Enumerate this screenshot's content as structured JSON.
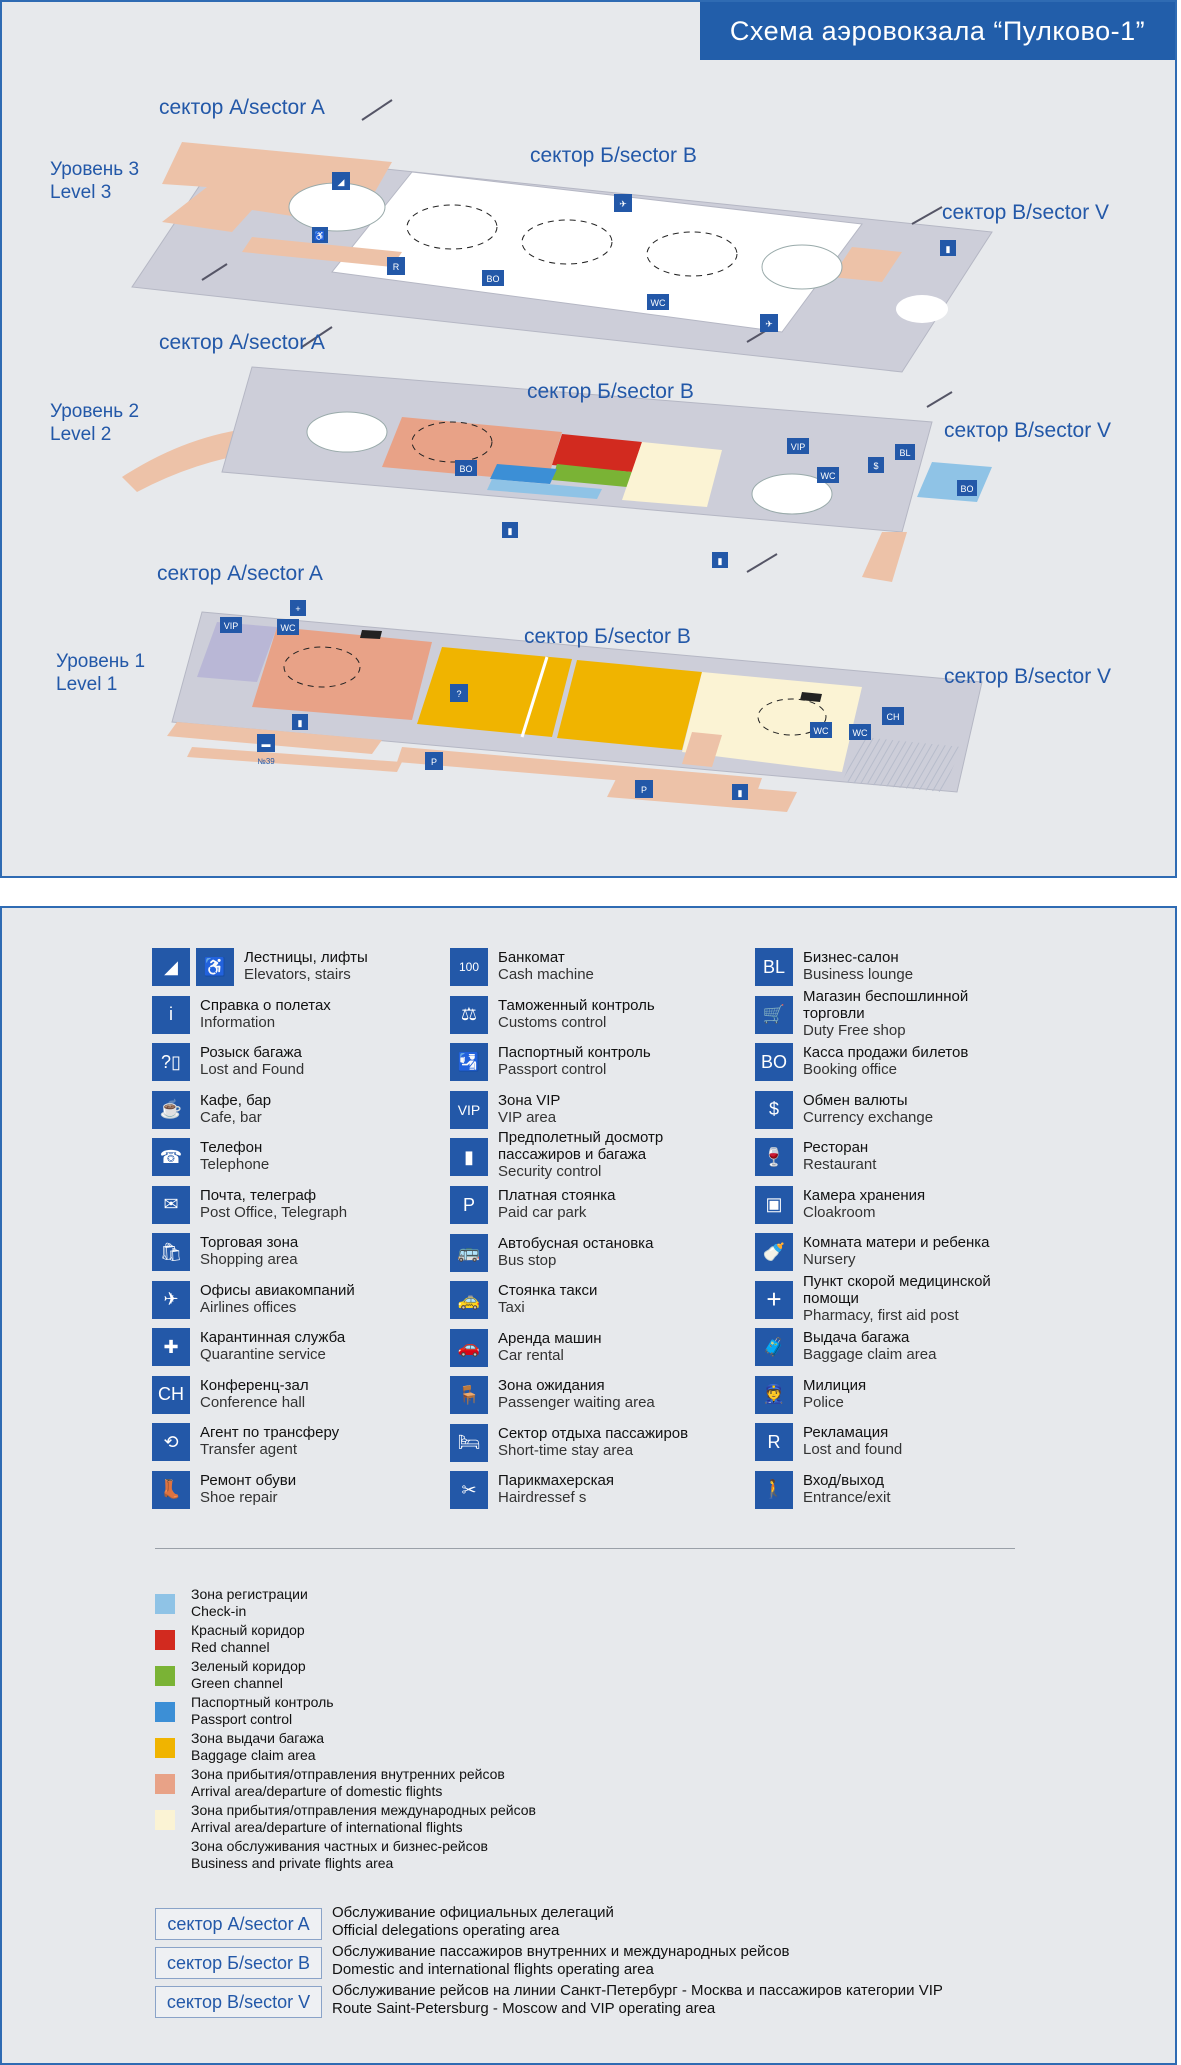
{
  "map": {
    "title": "Схема аэровокзала “Пулково-1”",
    "levels": [
      {
        "ru": "Уровень 3",
        "en": "Level 3"
      },
      {
        "ru": "Уровень 2",
        "en": "Level 2"
      },
      {
        "ru": "Уровень 1",
        "en": "Level 1"
      }
    ],
    "sector_a": "сектор А/sector A",
    "sector_b": "сектор Б/sector B",
    "sector_v": "сектор В/sector V",
    "marks": {
      "r": "R",
      "bo": "BO",
      "wc": "WC",
      "vip": "VIP",
      "bl": "BL",
      "dollar": "$",
      "ch": "CH",
      "p": "P",
      "no39": "№39"
    }
  },
  "legend": {
    "columns": [
      [
        {
          "icon": "stairs-elevator-icon",
          "glyph": "◢",
          "glyph2": "♿",
          "ru": "Лестницы, лифты",
          "en": "Elevators, stairs"
        },
        {
          "icon": "information-icon",
          "glyph": "i",
          "ru": "Справка о полетах",
          "en": "Information"
        },
        {
          "icon": "lost-found-baggage-icon",
          "glyph": "?▯",
          "ru": "Розыск багажа",
          "en": "Lost and Found"
        },
        {
          "icon": "cafe-icon",
          "glyph": "☕",
          "ru": "Кафе, бар",
          "en": "Cafe, bar"
        },
        {
          "icon": "telephone-icon",
          "glyph": "☎",
          "ru": "Телефон",
          "en": "Telephone"
        },
        {
          "icon": "post-office-icon",
          "glyph": "✉",
          "ru": "Почта, телеграф",
          "en": "Post Office, Telegraph"
        },
        {
          "icon": "shopping-icon",
          "glyph": "🛍",
          "ru": "Торговая зона",
          "en": "Shopping area"
        },
        {
          "icon": "airline-office-icon",
          "glyph": "✈",
          "ru": "Офисы авиакомпаний",
          "en": "Airlines offices"
        },
        {
          "icon": "quarantine-icon",
          "glyph": "✚",
          "ru": "Карантинная служба",
          "en": "Quarantine service"
        },
        {
          "icon": "conference-hall-icon",
          "glyph": "CH",
          "ru": "Конференц-зал",
          "en": "Conference hall"
        },
        {
          "icon": "transfer-agent-icon",
          "glyph": "⟲",
          "ru": "Агент по трансферу",
          "en": "Transfer agent"
        },
        {
          "icon": "shoe-repair-icon",
          "glyph": "👢",
          "ru": "Ремонт обуви",
          "en": "Shoe repair"
        }
      ],
      [
        {
          "icon": "cash-machine-icon",
          "glyph": "100",
          "ru": "Банкомат",
          "en": "Cash machine"
        },
        {
          "icon": "customs-icon",
          "glyph": "⚖",
          "ru": "Таможенный контроль",
          "en": "Customs control"
        },
        {
          "icon": "passport-control-icon",
          "glyph": "🛂",
          "ru": "Паспортный контроль",
          "en": "Passport control"
        },
        {
          "icon": "vip-icon",
          "glyph": "VIP",
          "ru": "Зона VIP",
          "en": "VIP area"
        },
        {
          "icon": "security-icon",
          "glyph": "▮",
          "ru": "Предполетный досмотр пассажиров и багажа",
          "en": "Security control"
        },
        {
          "icon": "parking-icon",
          "glyph": "P",
          "ru": "Платная стоянка",
          "en": "Paid car park"
        },
        {
          "icon": "bus-icon",
          "glyph": "🚌",
          "ru": "Автобусная остановка",
          "en": "Bus stop"
        },
        {
          "icon": "taxi-icon",
          "glyph": "🚕",
          "ru": "Стоянка такси",
          "en": "Taxi"
        },
        {
          "icon": "car-rental-icon",
          "glyph": "🚗",
          "ru": "Аренда машин",
          "en": "Car rental"
        },
        {
          "icon": "waiting-area-icon",
          "glyph": "🪑",
          "ru": "Зона ожидания",
          "en": "Passenger waiting area"
        },
        {
          "icon": "short-stay-icon",
          "glyph": "🛏",
          "ru": "Сектор отдыха пассажиров",
          "en": "Short-time stay area"
        },
        {
          "icon": "hairdresser-icon",
          "glyph": "✂",
          "ru": "Парикмахерская",
          "en": "Hairdressef s"
        }
      ],
      [
        {
          "icon": "business-lounge-icon",
          "glyph": "BL",
          "ru": "Бизнес-салон",
          "en": "Business lounge"
        },
        {
          "icon": "duty-free-icon",
          "glyph": "🛒",
          "ru": "Магазин беспошлинной торговли",
          "en": "Duty Free shop"
        },
        {
          "icon": "booking-office-icon",
          "glyph": "BO",
          "ru": "Касса продажи билетов",
          "en": "Booking office"
        },
        {
          "icon": "currency-exchange-icon",
          "glyph": "$",
          "ru": "Обмен валюты",
          "en": "Currency exchange"
        },
        {
          "icon": "restaurant-icon",
          "glyph": "🍷",
          "ru": "Ресторан",
          "en": "Restaurant"
        },
        {
          "icon": "cloakroom-icon",
          "glyph": "▣",
          "ru": "Камера хранения",
          "en": "Cloakroom"
        },
        {
          "icon": "nursery-icon",
          "glyph": "🍼",
          "ru": "Комната матери и ребенка",
          "en": "Nursery"
        },
        {
          "icon": "first-aid-icon",
          "glyph": "+",
          "ru": "Пункт скорой медицинской помощи",
          "en": "Pharmacy, first aid post"
        },
        {
          "icon": "baggage-claim-icon",
          "glyph": "🧳",
          "ru": "Выдача багажа",
          "en": "Baggage claim area"
        },
        {
          "icon": "police-icon",
          "glyph": "👮",
          "ru": "Милиция",
          "en": "Police"
        },
        {
          "icon": "lost-found-r-icon",
          "glyph": "R",
          "ru": "Рекламация",
          "en": "Lost and found"
        },
        {
          "icon": "entrance-exit-icon",
          "glyph": "🚶",
          "ru": "Вход/выход",
          "en": "Entrance/exit"
        }
      ]
    ],
    "zones": [
      {
        "color": "#8fc3e6",
        "ru": "Зона регистрации",
        "en": "Check-in"
      },
      {
        "color": "#d22a1f",
        "ru": "Красный коридор",
        "en": "Red channel"
      },
      {
        "color": "#7ab335",
        "ru": "Зеленый коридор",
        "en": "Green channel"
      },
      {
        "color": "#3c8fd6",
        "ru": "Паспортный контроль",
        "en": "Passport control"
      },
      {
        "color": "#f0b400",
        "ru": "Зона выдачи багажа",
        "en": "Baggage claim area"
      },
      {
        "color": "#e8a287",
        "ru": "Зона прибытия/отправления внутренних рейсов",
        "en": "Arrival area/departure of domestic flights"
      },
      {
        "color": "#fbf3d4",
        "ru": "Зона прибытия/отправления международных рейсов",
        "en": "Arrival area/departure of international flights"
      },
      {
        "color": "",
        "ru": "Зона обслуживания частных и бизнес-рейсов",
        "en": "Business and private  flights area"
      }
    ],
    "sectors": [
      {
        "label": "сектор А/sector A",
        "ru": "Обслуживание официальных делегаций",
        "en": "Official delegations operating area"
      },
      {
        "label": "сектор Б/sector B",
        "ru": "Обслуживание пассажиров внутренних и международных рейсов",
        "en": "Domestic and international flights operating area"
      },
      {
        "label": "сектор В/sector V",
        "ru": "Обслуживание рейсов на линии Санкт-Петербург - Москва и пассажиров категории VIP",
        "en": "Route Saint-Petersburg - Moscow and VIP operating area"
      }
    ]
  }
}
